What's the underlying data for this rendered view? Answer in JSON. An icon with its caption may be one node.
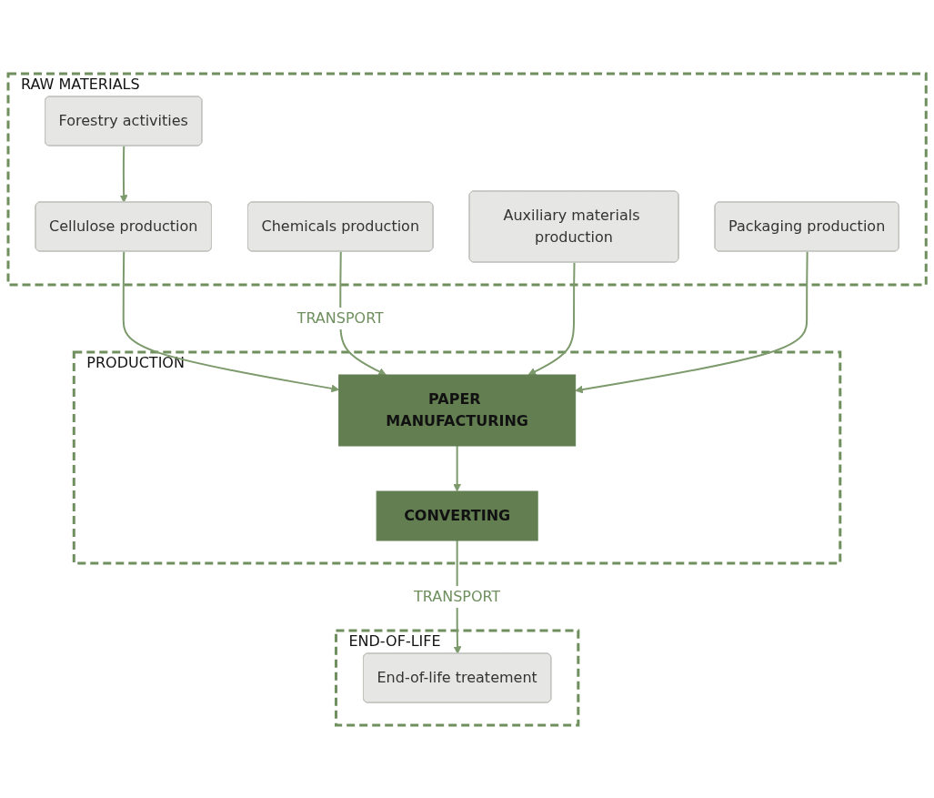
{
  "diagram": {
    "nodes": [
      {
        "text": [
          "RAW MATERIALS"
        ]
      },
      {
        "text": [
          "Forestry activities"
        ],
        "in": 0
      },
      {
        "text": [
          "Cellulose production"
        ],
        "in": 0
      },
      {
        "text": [
          "Chemicals production"
        ],
        "in": 0
      },
      {
        "text": [
          "Auxiliary materials production"
        ],
        "in": 0
      },
      {
        "text": [
          "Packaging production"
        ],
        "in": 0
      },
      {
        "text": [
          "PRODUCTION"
        ]
      },
      {
        "text": [
          "PAPER MANUFACTURING"
        ],
        "in": 6
      },
      {
        "text": [
          "CONVERTING"
        ],
        "in": 6
      },
      {
        "text": [
          "END-OF-LIFE"
        ]
      },
      {
        "text": [
          "End-of-life treatement"
        ],
        "in": 9
      }
    ],
    "edges": [
      {
        "from": 1,
        "to": 2,
        "arrow": "to"
      },
      {
        "from": 2,
        "to": 7,
        "arrow": "to"
      },
      {
        "from": 3,
        "to": 7,
        "arrow": "to",
        "label": "TRANSPORT"
      },
      {
        "from": 4,
        "to": 7,
        "arrow": "to"
      },
      {
        "from": 5,
        "to": 7,
        "arrow": "to"
      },
      {
        "from": 7,
        "to": 8,
        "arrow": "to"
      },
      {
        "from": 8,
        "to": 10,
        "arrow": "to",
        "label": "TRANSPORT"
      }
    ]
  }
}
